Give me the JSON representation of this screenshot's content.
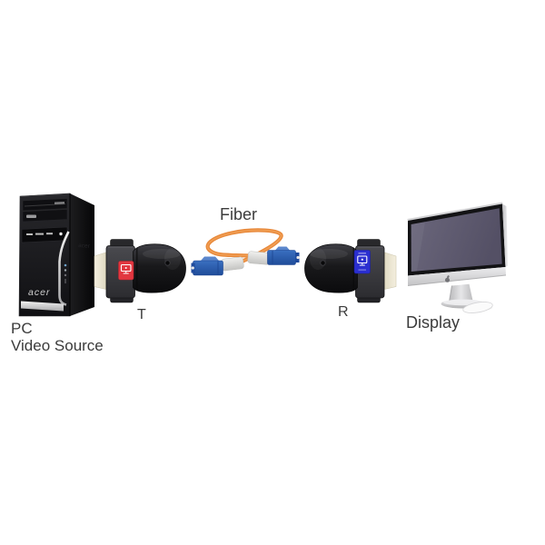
{
  "diagram": {
    "labels": {
      "source_line1": "PC",
      "source_line2": "Video Source",
      "transmitter": "T",
      "fiber": "Fiber",
      "receiver": "R",
      "display": "Display"
    },
    "branding": {
      "pc_logo": "acer"
    },
    "colors": {
      "background": "#FFFFFF",
      "label_text": "#3B3B3B",
      "fiber_orange": "#E8893B",
      "lc_connector_blue": "#2A5CAD",
      "transmitter_badge_red": "#E23740",
      "receiver_badge_blue": "#2B2FD0",
      "imac_screen_purple": "#5E5A6E",
      "device_black": "#1B1B1D",
      "dvi_connector_cream": "#EFE9D6"
    },
    "icons": {
      "transmitter_badge": "monitor-icon",
      "receiver_badge": "monitor-icon",
      "display_chin": "apple-logo-icon"
    }
  }
}
